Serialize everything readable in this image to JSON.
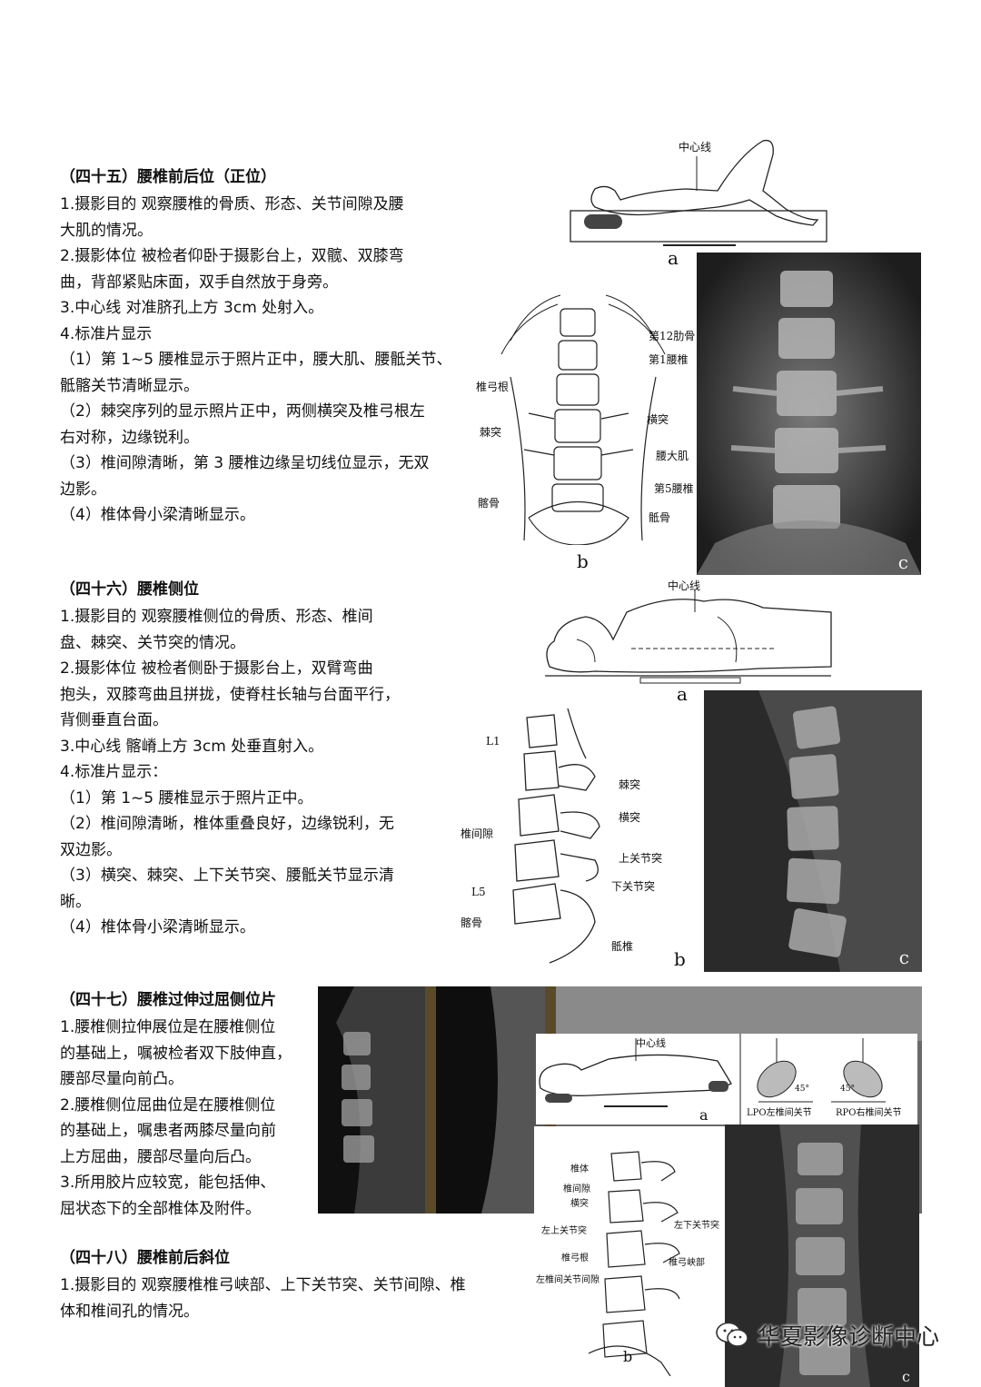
{
  "s45": {
    "title": "（四十五）腰椎前后位（正位）",
    "lines": [
      "1.摄影目的  观察腰椎的骨质、形态、关节间隙及腰",
      "大肌的情况。",
      "2.摄影体位  被检者仰卧于摄影台上，双髋、双膝弯",
      "曲，背部紧贴床面，双手自然放于身旁。",
      "3.中心线  对准脐孔上方 3cm 处射入。",
      "4.标准片显示",
      "（1）第 1~5 腰椎显示于照片正中，腰大肌、腰骶关节、",
      "骶髂关节清晰显示。",
      "（2）棘突序列的显示照片正中，两侧横突及椎弓根左",
      "右对称，边缘锐利。",
      "（3）椎间隙清晰，第 3 腰椎边缘呈切线位显示，无双",
      "边影。",
      "（4）椎体骨小梁清晰显示。"
    ],
    "fig": {
      "a_center": "中心线",
      "a": "a",
      "b": "b",
      "c": "c",
      "labels": [
        "第12肋骨",
        "第1腰椎",
        "椎弓根",
        "横突",
        "棘突",
        "腰大肌",
        "第5腰椎",
        "髂骨",
        "骶骨"
      ]
    }
  },
  "s46": {
    "title": "（四十六）腰椎侧位",
    "lines": [
      "1.摄影目的  观察腰椎侧位的骨质、形态、椎间",
      "盘、棘突、关节突的情况。",
      "2.摄影体位  被检者侧卧于摄影台上，双臂弯曲",
      "抱头，双膝弯曲且拼拢，使脊柱长轴与台面平行，",
      "背侧垂直台面。",
      "3.中心线  髂嵴上方 3cm 处垂直射入。",
      "4.标准片显示：",
      "（1）第 1~5 腰椎显示于照片正中。",
      "（2）椎间隙清晰，椎体重叠良好，边缘锐利，无",
      "双边影。",
      "（3）横突、棘突、上下关节突、腰骶关节显示清",
      "晰。",
      "（4）椎体骨小梁清晰显示。"
    ],
    "fig": {
      "a_center": "中心线",
      "a": "a",
      "b": "b",
      "c": "c",
      "labels": [
        "L1",
        "棘突",
        "横突",
        "椎间隙",
        "上关节突",
        "下关节突",
        "L5",
        "髂骨",
        "骶椎"
      ]
    }
  },
  "s47": {
    "title": "（四十七）腰椎过伸过屈侧位片",
    "lines": [
      "1.腰椎侧拉伸展位是在腰椎侧位",
      "的基础上，嘱被检者双下肢伸直，",
      "腰部尽量向前凸。",
      "2.腰椎侧位屈曲位是在腰椎侧位",
      "的基础上，嘱患者两膝尽量向前",
      "上方屈曲，腰部尽量向后凸。",
      "3.所用胶片应较宽，能包括伸、",
      "屈状态下的全部椎体及附件。"
    ]
  },
  "s48": {
    "title": "（四十八）腰椎前后斜位",
    "lines": [
      "1.摄影目的  观察腰椎椎弓峡部、上下关节突、关节间隙、椎",
      "体和椎间孔的情况。"
    ],
    "fig": {
      "a_center": "中心线",
      "a": "a",
      "b": "b",
      "c": "c",
      "lpo": "LPO左椎间关节",
      "rpo": "RPO右椎间关节",
      "angle": "45°",
      "labels": [
        "椎体",
        "椎间隙",
        "横突",
        "左下关节突",
        "左上关节突",
        "椎弓根",
        "椎弓峡部",
        "左椎间关节间隙"
      ]
    }
  },
  "watermark": {
    "text": "华夏影像诊断中心",
    "icon": "wechat-icon"
  }
}
